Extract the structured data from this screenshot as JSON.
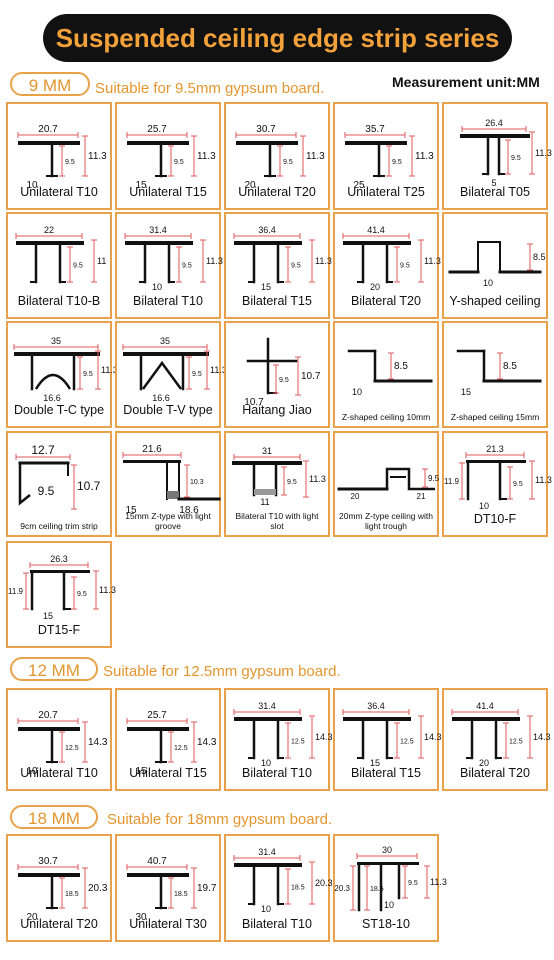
{
  "title": "Suspended ceiling edge strip series",
  "unit_label": "Measurement unit:MM",
  "sections": [
    {
      "id": "9mm",
      "badge": "9 MM",
      "description": "Suitable for 9.5mm gypsum board."
    },
    {
      "id": "12mm",
      "badge": "12 MM",
      "description": "Suitable for 12.5mm gypsum board."
    },
    {
      "id": "18mm",
      "badge": "18 MM",
      "description": "Suitable for 18mm gypsum board."
    }
  ],
  "profiles": [
    {
      "label": "Unilateral T10",
      "shape": "uni",
      "dims": {
        "top": "20.7",
        "inner": "9.5",
        "outer": "11.3",
        "bottom": "10"
      }
    },
    {
      "label": "Unilateral T15",
      "shape": "uni",
      "dims": {
        "top": "25.7",
        "inner": "9.5",
        "outer": "11.3",
        "bottom": "15"
      }
    },
    {
      "label": "Unilateral T20",
      "shape": "uni",
      "dims": {
        "top": "30.7",
        "inner": "9.5",
        "outer": "11.3",
        "bottom": "20"
      }
    },
    {
      "label": "Unilateral T25",
      "shape": "uni",
      "dims": {
        "top": "35.7",
        "inner": "9.5",
        "outer": "11.3",
        "bottom": "25"
      }
    },
    {
      "label": "Bilateral T05",
      "shape": "t05",
      "dims": {
        "top": "26.4",
        "inner": "9.5",
        "outer": "11.3",
        "bottom": "5"
      }
    },
    {
      "label": "Bilateral T10-B",
      "shape": "bil",
      "dims": {
        "top": "22",
        "inner": "9.5",
        "outer": "11",
        "bottom": ""
      }
    },
    {
      "label": "Bilateral T10",
      "shape": "bil",
      "dims": {
        "top": "31.4",
        "inner": "9.5",
        "outer": "11.3",
        "bottom": "10"
      }
    },
    {
      "label": "Bilateral T15",
      "shape": "bil",
      "dims": {
        "top": "36.4",
        "inner": "9.5",
        "outer": "11.3",
        "bottom": "15"
      }
    },
    {
      "label": "Bilateral T20",
      "shape": "bil",
      "dims": {
        "top": "41.4",
        "inner": "9.5",
        "outer": "11.3",
        "bottom": "20"
      }
    },
    {
      "label": "Y-shaped ceiling",
      "shape": "y",
      "dims": {
        "top": "",
        "inner": "",
        "outer": "8.5",
        "bottom": "10"
      }
    },
    {
      "label": "Double T-C type",
      "shape": "dtc",
      "dims": {
        "top": "35",
        "inner": "9.5",
        "outer": "11.3",
        "bottom": "16.6"
      }
    },
    {
      "label": "Double T-V type",
      "shape": "dtv",
      "dims": {
        "top": "35",
        "inner": "9.5",
        "outer": "11.3",
        "bottom": "16.6"
      }
    },
    {
      "label": "Haitang Jiao",
      "shape": "haitang",
      "dims": {
        "top": "",
        "inner": "9.5",
        "outer": "10.7",
        "bottom": "10.7"
      }
    },
    {
      "label": "Z-shaped ceiling 10mm",
      "shape": "z",
      "small": true,
      "dims": {
        "top": "",
        "inner": "",
        "outer": "8.5",
        "bottom": "10"
      }
    },
    {
      "label": "Z-shaped ceiling 15mm",
      "shape": "z",
      "small": true,
      "dims": {
        "top": "",
        "inner": "",
        "outer": "8.5",
        "bottom": "15"
      }
    },
    {
      "label": "9cm ceiling trim strip",
      "shape": "trim",
      "small": true,
      "dims": {
        "top": "12.7",
        "inner": "9.5",
        "outer": "10.7",
        "bottom": ""
      }
    },
    {
      "label": "15mm Z-type with light groove",
      "shape": "zgroove",
      "small": true,
      "dims": {
        "top": "21.6",
        "inner": "10.3",
        "outer": "",
        "bottom": "15",
        "bottom2": "18.6"
      }
    },
    {
      "label": "Bilateral T10 with light slot",
      "shape": "slot",
      "small": true,
      "dims": {
        "top": "31",
        "inner": "9.5",
        "outer": "11.3",
        "bottom": "11"
      }
    },
    {
      "label": "20mm Z-type ceiling with light trough",
      "shape": "trough",
      "small": true,
      "dims": {
        "top": "",
        "inner": "",
        "outer": "9.5",
        "bottom": "20",
        "bottom2": "21"
      }
    },
    {
      "label": "DT10-F",
      "shape": "dtf",
      "dims": {
        "top": "21.3",
        "inner": "9.5",
        "outer": "11.3",
        "left": "11.9",
        "bottom": "10"
      }
    },
    {
      "label": "DT15-F",
      "shape": "dtf",
      "dims": {
        "top": "26.3",
        "inner": "9.5",
        "outer": "11.3",
        "left": "11.9",
        "bottom": "15"
      }
    },
    {
      "label": "Unilateral T10",
      "shape": "uni",
      "dims": {
        "top": "20.7",
        "inner": "12.5",
        "outer": "14.3",
        "bottom": "10"
      }
    },
    {
      "label": "Unilateral T15",
      "shape": "uni",
      "dims": {
        "top": "25.7",
        "inner": "12.5",
        "outer": "14.3",
        "bottom": "15"
      }
    },
    {
      "label": "Bilateral T10",
      "shape": "bil",
      "dims": {
        "top": "31.4",
        "inner": "12.5",
        "outer": "14.3",
        "bottom": "10"
      }
    },
    {
      "label": "Bilateral T15",
      "shape": "bil",
      "dims": {
        "top": "36.4",
        "inner": "12.5",
        "outer": "14.3",
        "bottom": "15"
      }
    },
    {
      "label": "Bilateral T20",
      "shape": "bil",
      "dims": {
        "top": "41.4",
        "inner": "12.5",
        "outer": "14.3",
        "bottom": "20"
      }
    },
    {
      "label": "Unilateral T20",
      "shape": "uni",
      "dims": {
        "top": "30.7",
        "inner": "18.5",
        "outer": "20.3",
        "bottom": "20"
      }
    },
    {
      "label": "Unilateral T30",
      "shape": "uni",
      "dims": {
        "top": "40.7",
        "inner": "18.5",
        "outer": "19.7",
        "bottom": "30"
      }
    },
    {
      "label": "Bilateral T10",
      "shape": "bil",
      "dims": {
        "top": "31.4",
        "inner": "18.5",
        "outer": "20.3",
        "bottom": "10"
      }
    },
    {
      "label": "ST18-10",
      "shape": "st",
      "dims": {
        "top": "30",
        "inner": "18.5",
        "outer": "20.3",
        "inner2": "9.5",
        "outer2": "11.3",
        "bottom": "10"
      }
    }
  ]
}
